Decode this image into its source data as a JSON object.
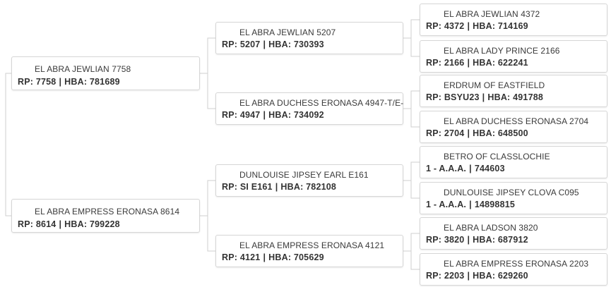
{
  "pedigree": {
    "sire": {
      "name": "EL ABRA JEWLIAN 7758",
      "rp_label": "RP:",
      "rp": "7758",
      "hba_label": "HBA:",
      "hba": "781689",
      "sire": {
        "name": "EL ABRA JEWLIAN 5207",
        "rp_label": "RP:",
        "rp": "5207",
        "hba_label": "HBA:",
        "hba": "730393",
        "sire": {
          "name": "EL ABRA JEWLIAN 4372",
          "rp_label": "RP:",
          "rp": "4372",
          "hba_label": "HBA:",
          "hba": "714169"
        },
        "dam": {
          "name": "EL ABRA LADY PRINCE 2166",
          "rp_label": "RP:",
          "rp": "2166",
          "hba_label": "HBA:",
          "hba": "622241"
        }
      },
      "dam": {
        "name": "EL ABRA DUCHESS ERONASA 4947-T/E-",
        "rp_label": "RP:",
        "rp": "4947",
        "hba_label": "HBA:",
        "hba": "734092",
        "sire": {
          "name": "ERDRUM OF EASTFIELD",
          "rp_label": "RP:",
          "rp": "BSYU23",
          "hba_label": "HBA:",
          "hba": "491788"
        },
        "dam": {
          "name": "EL ABRA DUCHESS ERONASA 2704",
          "rp_label": "RP:",
          "rp": "2704",
          "hba_label": "HBA:",
          "hba": "648500"
        }
      }
    },
    "dam": {
      "name": "EL ABRA EMPRESS ERONASA 8614",
      "rp_label": "RP:",
      "rp": "8614",
      "hba_label": "HBA:",
      "hba": "799228",
      "sire": {
        "name": "DUNLOUISE JIPSEY EARL E161",
        "rp_label": "RP:",
        "rp": "SI E161",
        "hba_label": "HBA:",
        "hba": "782108",
        "sire": {
          "name": "BETRO OF CLASSLOCHIE",
          "rp_label": "1 - A.A.A.",
          "rp": "",
          "hba_label": "",
          "hba": "744603"
        },
        "dam": {
          "name": "DUNLOUISE JIPSEY CLOVA C095",
          "rp_label": "1 - A.A.A.",
          "rp": "",
          "hba_label": "",
          "hba": "14898815"
        }
      },
      "dam": {
        "name": "EL ABRA EMPRESS ERONASA 4121",
        "rp_label": "RP:",
        "rp": "4121",
        "hba_label": "HBA:",
        "hba": "705629",
        "sire": {
          "name": "EL ABRA LADSON 3820",
          "rp_label": "RP:",
          "rp": "3820",
          "hba_label": "HBA:",
          "hba": "687912"
        },
        "dam": {
          "name": "EL ABRA EMPRESS ERONASA 2203",
          "rp_label": "RP:",
          "rp": "2203",
          "hba_label": "HBA:",
          "hba": "629260"
        }
      }
    }
  },
  "colors": {
    "line": "#cfcfcf",
    "border": "#d6d6d6",
    "text": "#333333"
  },
  "separator": "|"
}
